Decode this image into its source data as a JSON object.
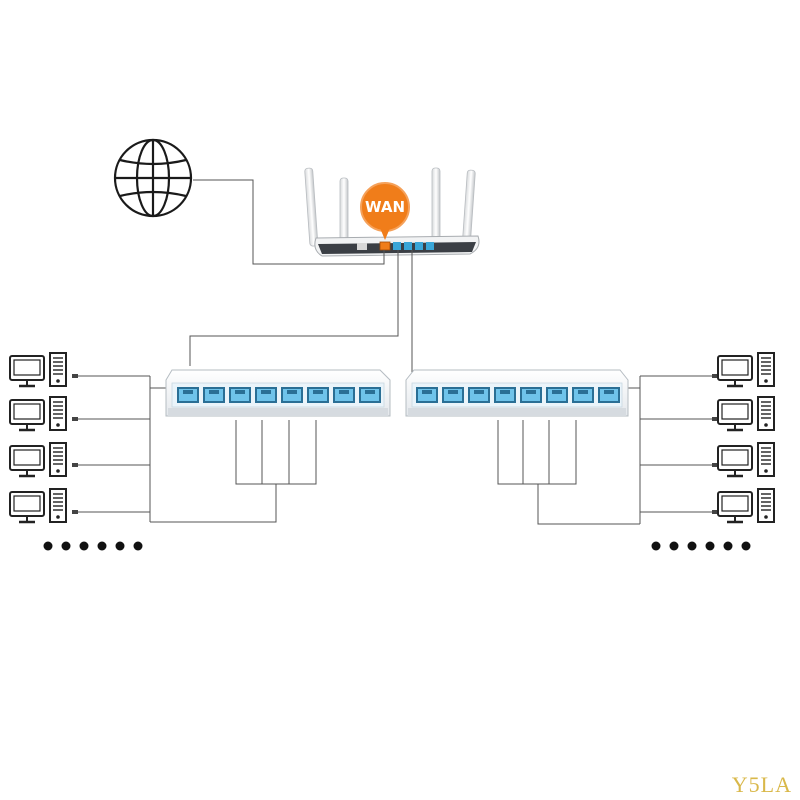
{
  "router": {
    "wan_label": "WAN"
  },
  "watermark": {
    "text": "Y5LA"
  },
  "colors": {
    "wan_badge": "#f07d1a",
    "port_blue": "#3aa6d8",
    "line": "#555555",
    "watermark": "#d9b84a"
  },
  "icons": {
    "internet": "globe-icon",
    "client": "desktop-computer-icon"
  },
  "switches": [
    {
      "name": "left-switch",
      "port_count": 8
    },
    {
      "name": "right-switch",
      "port_count": 8
    }
  ],
  "clients": {
    "left_count": 4,
    "right_count": 4,
    "more_dots": 6
  }
}
